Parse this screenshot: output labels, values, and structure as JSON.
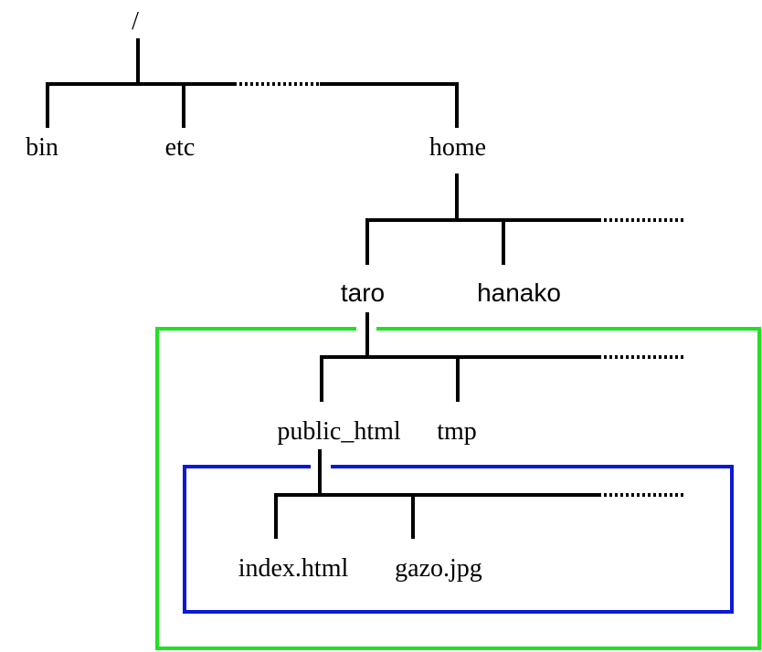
{
  "tree": {
    "root": "/",
    "level1": [
      "bin",
      "etc",
      "home"
    ],
    "home_children": [
      "taro",
      "hanako"
    ],
    "taro_children": [
      "public_html",
      "tmp"
    ],
    "public_html_children": [
      "index.html",
      "gazo.jpg"
    ]
  },
  "colors": {
    "lines": "#000000",
    "green_box": "#22e022",
    "blue_box": "#0b18d6"
  }
}
